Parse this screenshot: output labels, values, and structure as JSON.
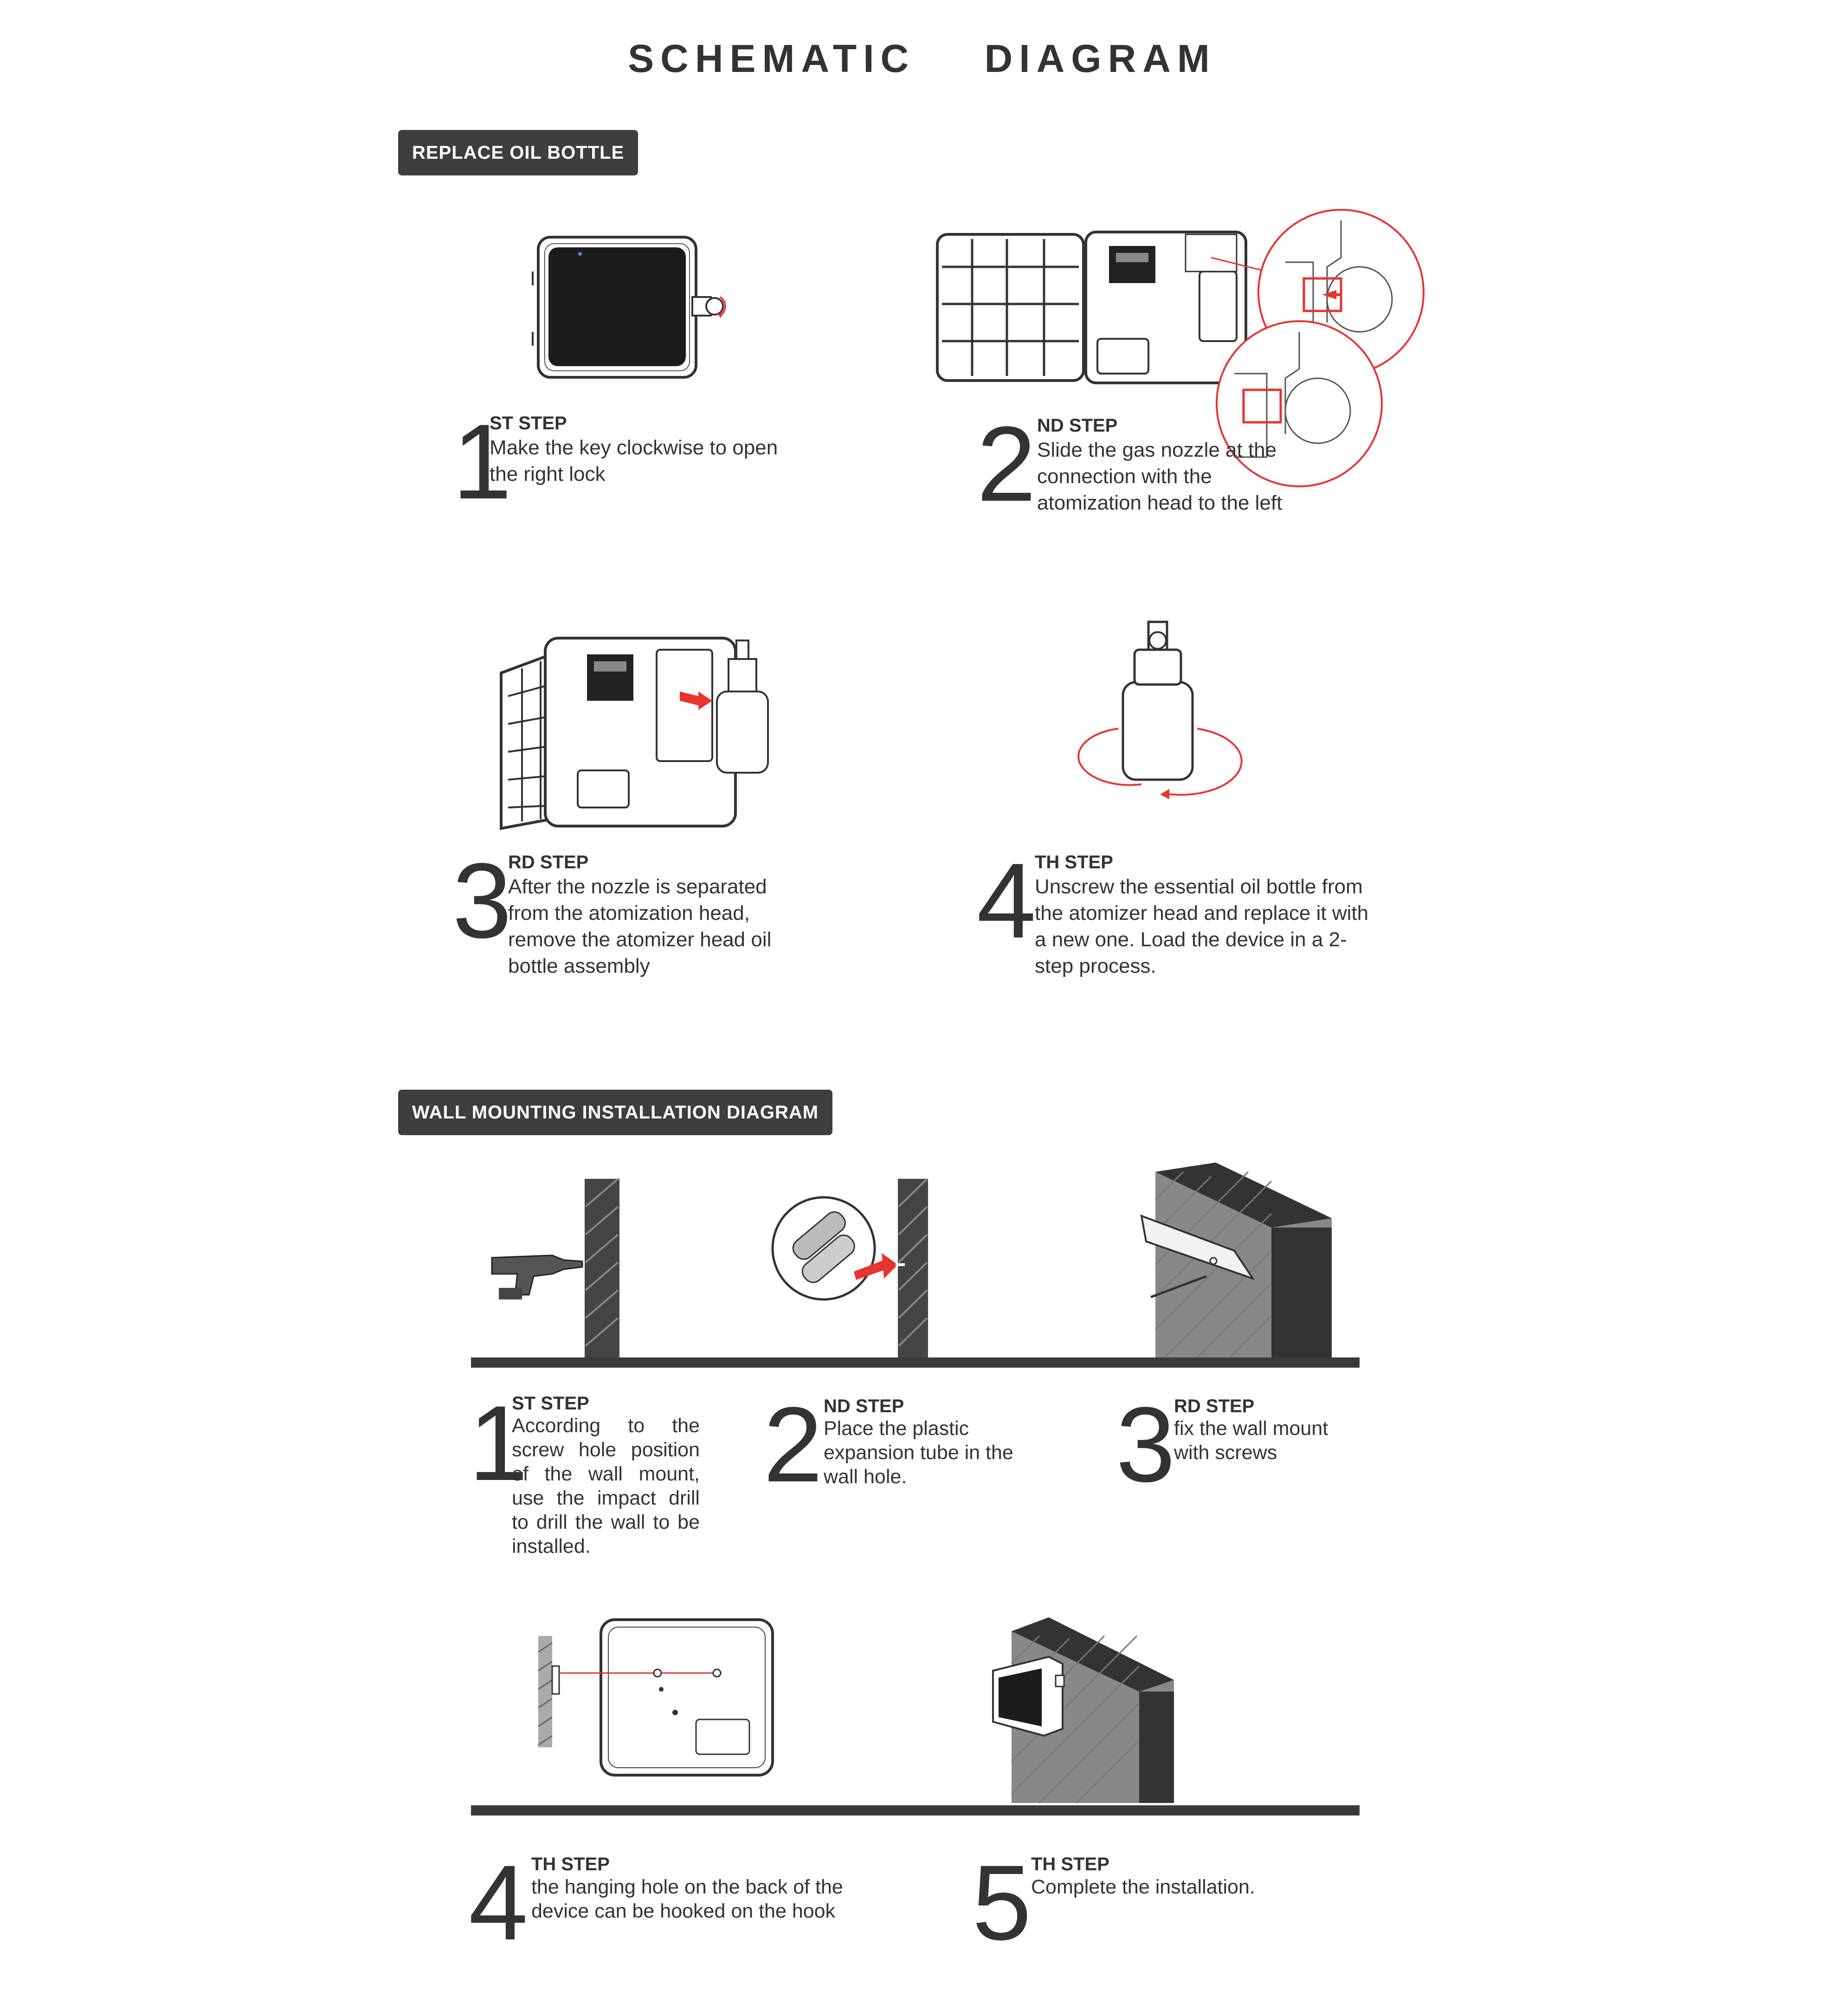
{
  "title": "SCHEMATIC    DIAGRAM",
  "sections": {
    "replace": {
      "label": "REPLACE OIL BOTTLE",
      "steps": [
        {
          "num": "1",
          "label": "ST STEP",
          "text": "Make the key clockwise to open the right lock"
        },
        {
          "num": "2",
          "label": "ND STEP",
          "text": "Slide the gas nozzle at the connection with the atomization head to the left"
        },
        {
          "num": "3",
          "label": "RD STEP",
          "text": "After the nozzle is separated from the atomization head, remove the atomizer head oil bottle assembly"
        },
        {
          "num": "4",
          "label": "TH STEP",
          "text": "Unscrew the essential oil bottle from the atomizer head and replace it with a new one. Load the device in a 2-step process."
        }
      ]
    },
    "wall": {
      "label": "WALL MOUNTING INSTALLATION DIAGRAM",
      "steps": [
        {
          "num": "1",
          "label": "ST STEP",
          "text": "According to the screw hole position of the wall mount, use the impact drill to drill the wall to be installed."
        },
        {
          "num": "2",
          "label": "ND STEP",
          "text": "Place the plastic expansion tube in the wall hole."
        },
        {
          "num": "3",
          "label": "RD STEP",
          "text": "fix the wall mount with screws"
        },
        {
          "num": "4",
          "label": "TH STEP",
          "text": "the hanging hole on the back of the device can be hooked on the hook"
        },
        {
          "num": "5",
          "label": "TH STEP",
          "text": "Complete the installation."
        }
      ]
    }
  },
  "colors": {
    "accent_red": "#e8332f",
    "dark": "#3a3a3a",
    "text": "#333333"
  },
  "icons": [
    "device-closed",
    "device-open-zoom",
    "device-open-bottle",
    "bottle-rotate",
    "impact-drill",
    "expansion-tube",
    "wall-mount-screws",
    "device-back-hook",
    "device-installed"
  ]
}
